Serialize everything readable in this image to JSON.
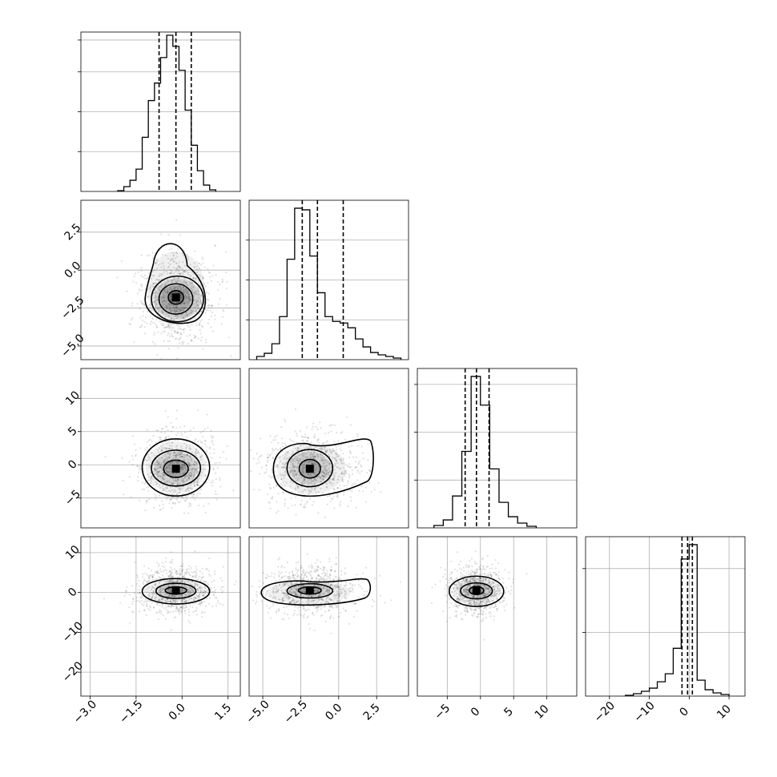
{
  "chart_data": [
    {
      "type": "histogram",
      "panel": "hist-0",
      "xlim": [
        -3.3,
        1.9
      ],
      "ylim": [
        0,
        1
      ],
      "bins": [
        -2.1,
        -1.9,
        -1.7,
        -1.5,
        -1.3,
        -1.1,
        -0.9,
        -0.7,
        -0.5,
        -0.3,
        -0.1,
        0.1,
        0.3,
        0.5,
        0.7,
        0.9,
        1.1
      ],
      "counts": [
        0.005,
        0.03,
        0.07,
        0.14,
        0.34,
        0.57,
        0.68,
        0.84,
        0.98,
        0.91,
        0.76,
        0.51,
        0.29,
        0.13,
        0.04,
        0.01
      ],
      "quantiles": [
        -0.75,
        -0.2,
        0.3
      ],
      "yticks": [
        0.25,
        0.5,
        0.75,
        0.95
      ],
      "xticks": [],
      "xtick_labels": []
    },
    {
      "type": "histogram",
      "panel": "hist-1",
      "xlim": [
        -5.9,
        4.6
      ],
      "ylim": [
        0,
        1
      ],
      "bins": [
        -5.4,
        -4.9,
        -4.4,
        -3.9,
        -3.4,
        -2.9,
        -2.4,
        -1.9,
        -1.4,
        -0.9,
        -0.4,
        0.1,
        0.6,
        1.1,
        1.6,
        2.1,
        2.6,
        3.1,
        3.6,
        4.1
      ],
      "counts": [
        0.02,
        0.04,
        0.1,
        0.27,
        0.63,
        0.95,
        0.94,
        0.65,
        0.42,
        0.27,
        0.24,
        0.23,
        0.2,
        0.13,
        0.08,
        0.045,
        0.03,
        0.02,
        0.01
      ],
      "quantiles": [
        -2.4,
        -1.4,
        0.3
      ],
      "yticks": [
        0.25,
        0.5,
        0.75
      ],
      "xticks": [],
      "xtick_labels": []
    },
    {
      "type": "histogram",
      "panel": "hist-2",
      "xlim": [
        -9.5,
        14.5
      ],
      "ylim": [
        0,
        1
      ],
      "bins": [
        -7,
        -5.6,
        -4.2,
        -2.8,
        -1.4,
        0,
        1.4,
        2.8,
        4.2,
        5.6,
        7,
        8.4
      ],
      "counts": [
        0.015,
        0.05,
        0.2,
        0.48,
        0.95,
        0.77,
        0.37,
        0.16,
        0.07,
        0.03,
        0.01
      ],
      "quantiles": [
        -2.3,
        -0.6,
        1.3
      ],
      "yticks": [
        0.3,
        0.6,
        0.9
      ],
      "xticks": [],
      "xtick_labels": []
    },
    {
      "type": "histogram",
      "panel": "hist-3",
      "xlim": [
        -26,
        14
      ],
      "ylim": [
        0,
        1
      ],
      "bins": [
        -16,
        -14,
        -12,
        -10,
        -8,
        -6,
        -4,
        -2,
        0,
        2,
        4,
        6,
        8,
        10
      ],
      "counts": [
        0.005,
        0.015,
        0.03,
        0.05,
        0.09,
        0.14,
        0.3,
        0.86,
        0.95,
        0.1,
        0.04,
        0.02,
        0.01
      ],
      "quantiles": [
        -1.8,
        -0.4,
        0.8
      ],
      "yticks": [
        0.4,
        0.8
      ],
      "xticks": [
        -20,
        -10,
        0,
        10
      ],
      "xtick_labels": [
        "−20",
        "−10",
        "0",
        "10"
      ]
    },
    {
      "type": "scatter",
      "panel": "contour-1-0",
      "xlim": [
        -3.3,
        1.9
      ],
      "ylim": [
        -5.9,
        4.6
      ],
      "center": [
        -0.2,
        -1.8
      ],
      "spread": [
        0.55,
        1.3
      ],
      "contours": [
        {
          "shape": "blob",
          "cx": -0.2,
          "cy": -1.2,
          "rx": 1.05,
          "ry": 2.7,
          "lift": 0.7
        },
        {
          "shape": "ellipse",
          "cx": -0.15,
          "cy": -1.9,
          "rx": 0.85,
          "ry": 1.5
        },
        {
          "shape": "ellipse",
          "cx": -0.2,
          "cy": -1.9,
          "rx": 0.55,
          "ry": 1.0
        },
        {
          "shape": "ellipse",
          "cx": -0.2,
          "cy": -1.8,
          "rx": 0.25,
          "ry": 0.45
        }
      ],
      "yticks": [
        -5.0,
        -2.5,
        0.0,
        2.5
      ],
      "ytick_labels": [
        "−5.0",
        "−2.5",
        "0.0",
        "2.5"
      ],
      "xticks": [],
      "xtick_labels": []
    },
    {
      "type": "scatter",
      "panel": "contour-2-0",
      "xlim": [
        -3.3,
        1.9
      ],
      "ylim": [
        -9.5,
        14.5
      ],
      "center": [
        -0.2,
        -0.6
      ],
      "spread": [
        0.55,
        2.4
      ],
      "contours": [
        {
          "shape": "ellipse",
          "cx": -0.2,
          "cy": -0.4,
          "rx": 1.1,
          "ry": 4.3
        },
        {
          "shape": "ellipse",
          "cx": -0.2,
          "cy": -0.5,
          "rx": 0.8,
          "ry": 2.7
        },
        {
          "shape": "ellipse",
          "cx": -0.2,
          "cy": -0.6,
          "rx": 0.4,
          "ry": 1.3
        }
      ],
      "yticks": [
        -5,
        0,
        5,
        10
      ],
      "ytick_labels": [
        "−5",
        "0",
        "5",
        "10"
      ],
      "xticks": [],
      "xtick_labels": []
    },
    {
      "type": "scatter",
      "panel": "contour-2-1",
      "xlim": [
        -5.9,
        4.6
      ],
      "ylim": [
        -9.5,
        14.5
      ],
      "center": [
        -1.9,
        -0.6
      ],
      "spread": [
        1.4,
        2.4
      ],
      "contours": [
        {
          "shape": "tail",
          "cx": -1.8,
          "cy": -0.6,
          "rx": 2.5,
          "ry": 4.2,
          "tail": 3.9
        },
        {
          "shape": "ellipse",
          "cx": -1.9,
          "cy": -0.5,
          "rx": 1.5,
          "ry": 2.8
        },
        {
          "shape": "ellipse",
          "cx": -1.9,
          "cy": -0.6,
          "rx": 0.7,
          "ry": 1.4
        }
      ],
      "yticks": [],
      "ytick_labels": [],
      "xticks": [],
      "xtick_labels": []
    },
    {
      "type": "scatter",
      "panel": "contour-3-0",
      "xlim": [
        -3.3,
        1.9
      ],
      "ylim": [
        -26,
        14
      ],
      "center": [
        -0.2,
        0.4
      ],
      "spread": [
        0.55,
        2.8
      ],
      "contours": [
        {
          "shape": "ellipse",
          "cx": -0.2,
          "cy": 0.3,
          "rx": 1.1,
          "ry": 3.2
        },
        {
          "shape": "ellipse",
          "cx": -0.2,
          "cy": 0.4,
          "rx": 0.65,
          "ry": 1.9
        },
        {
          "shape": "ellipse",
          "cx": -0.2,
          "cy": 0.5,
          "rx": 0.35,
          "ry": 0.9
        }
      ],
      "yticks": [
        -20,
        -10,
        0,
        10
      ],
      "ytick_labels": [
        "−20",
        "−10",
        "0",
        "10"
      ],
      "xticks": [
        -3.0,
        -1.5,
        0.0,
        1.5
      ],
      "xtick_labels": [
        "−3.0",
        "−1.5",
        "0.0",
        "1.5"
      ]
    },
    {
      "type": "scatter",
      "panel": "contour-3-1",
      "xlim": [
        -5.9,
        4.6
      ],
      "ylim": [
        -26,
        14
      ],
      "center": [
        -1.9,
        0.4
      ],
      "spread": [
        1.4,
        2.8
      ],
      "contours": [
        {
          "shape": "tail",
          "cx": -2.0,
          "cy": 0.0,
          "rx": 3.1,
          "ry": 3.2,
          "tail": 3.9
        },
        {
          "shape": "ellipse",
          "cx": -1.9,
          "cy": 0.4,
          "rx": 1.5,
          "ry": 1.8
        },
        {
          "shape": "ellipse",
          "cx": -1.9,
          "cy": 0.5,
          "rx": 0.75,
          "ry": 0.9
        }
      ],
      "yticks": [],
      "ytick_labels": [],
      "xticks": [
        -5.0,
        -2.5,
        0.0,
        2.5
      ],
      "xtick_labels": [
        "−5.0",
        "−2.5",
        "0.0",
        "2.5"
      ]
    },
    {
      "type": "scatter",
      "panel": "contour-3-2",
      "xlim": [
        -9.5,
        14.5
      ],
      "ylim": [
        -26,
        14
      ],
      "center": [
        -0.6,
        0.4
      ],
      "spread": [
        1.9,
        2.8
      ],
      "contours": [
        {
          "shape": "ellipse",
          "cx": -0.6,
          "cy": 0.3,
          "rx": 4.1,
          "ry": 3.8
        },
        {
          "shape": "ellipse",
          "cx": -0.6,
          "cy": 0.4,
          "rx": 2.4,
          "ry": 2.0
        },
        {
          "shape": "ellipse",
          "cx": -0.6,
          "cy": 0.5,
          "rx": 1.1,
          "ry": 1.0
        }
      ],
      "yticks": [],
      "ytick_labels": [],
      "xticks": [
        -5,
        0,
        5,
        10
      ],
      "xtick_labels": [
        "−5",
        "0",
        "5",
        "10"
      ]
    }
  ]
}
